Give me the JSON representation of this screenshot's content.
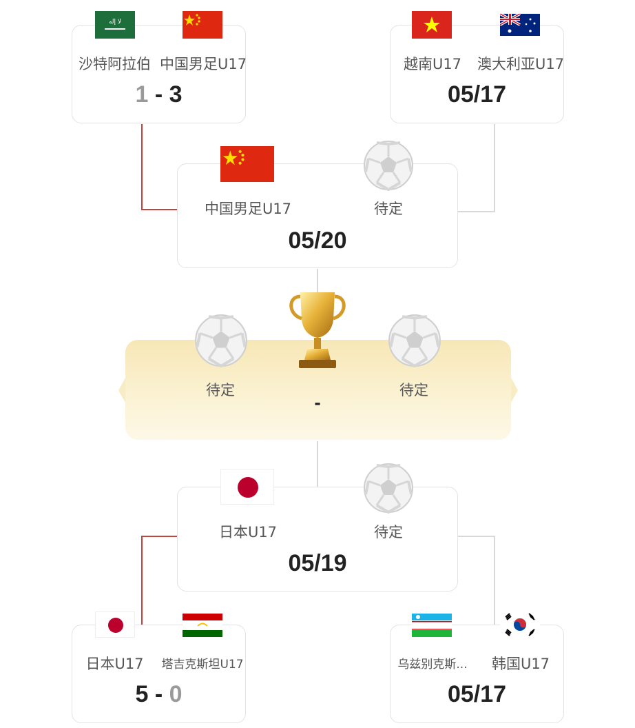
{
  "match_qf1": {
    "team_a": "沙特阿拉伯",
    "team_b": "中国男足U17",
    "score_a": "1",
    "sep": " - ",
    "score_b": "3"
  },
  "match_qf2": {
    "team_a": "越南U17",
    "team_b": "澳大利亚U17",
    "date": "05/17"
  },
  "match_sf1": {
    "team_a": "中国男足U17",
    "team_b": "待定",
    "date": "05/20"
  },
  "final": {
    "team_a": "待定",
    "team_b": "待定",
    "score": "-"
  },
  "match_sf2": {
    "team_a": "日本U17",
    "team_b": "待定",
    "date": "05/19"
  },
  "match_qf3": {
    "team_a": "日本U17",
    "team_b": "塔吉克斯坦U17",
    "score_a": "5",
    "sep": " - ",
    "score_b": "0"
  },
  "match_qf4": {
    "team_a": "乌兹别克斯...",
    "team_b": "韩国U17",
    "date": "05/17"
  },
  "watermark": "",
  "icons": {
    "tbd": "soccer-ball-icon",
    "trophy": "trophy-icon"
  },
  "colors": {
    "winner_line": "#c0433f",
    "neutral_line": "#d8d8d8",
    "final_bg": "#f8ecc4"
  }
}
